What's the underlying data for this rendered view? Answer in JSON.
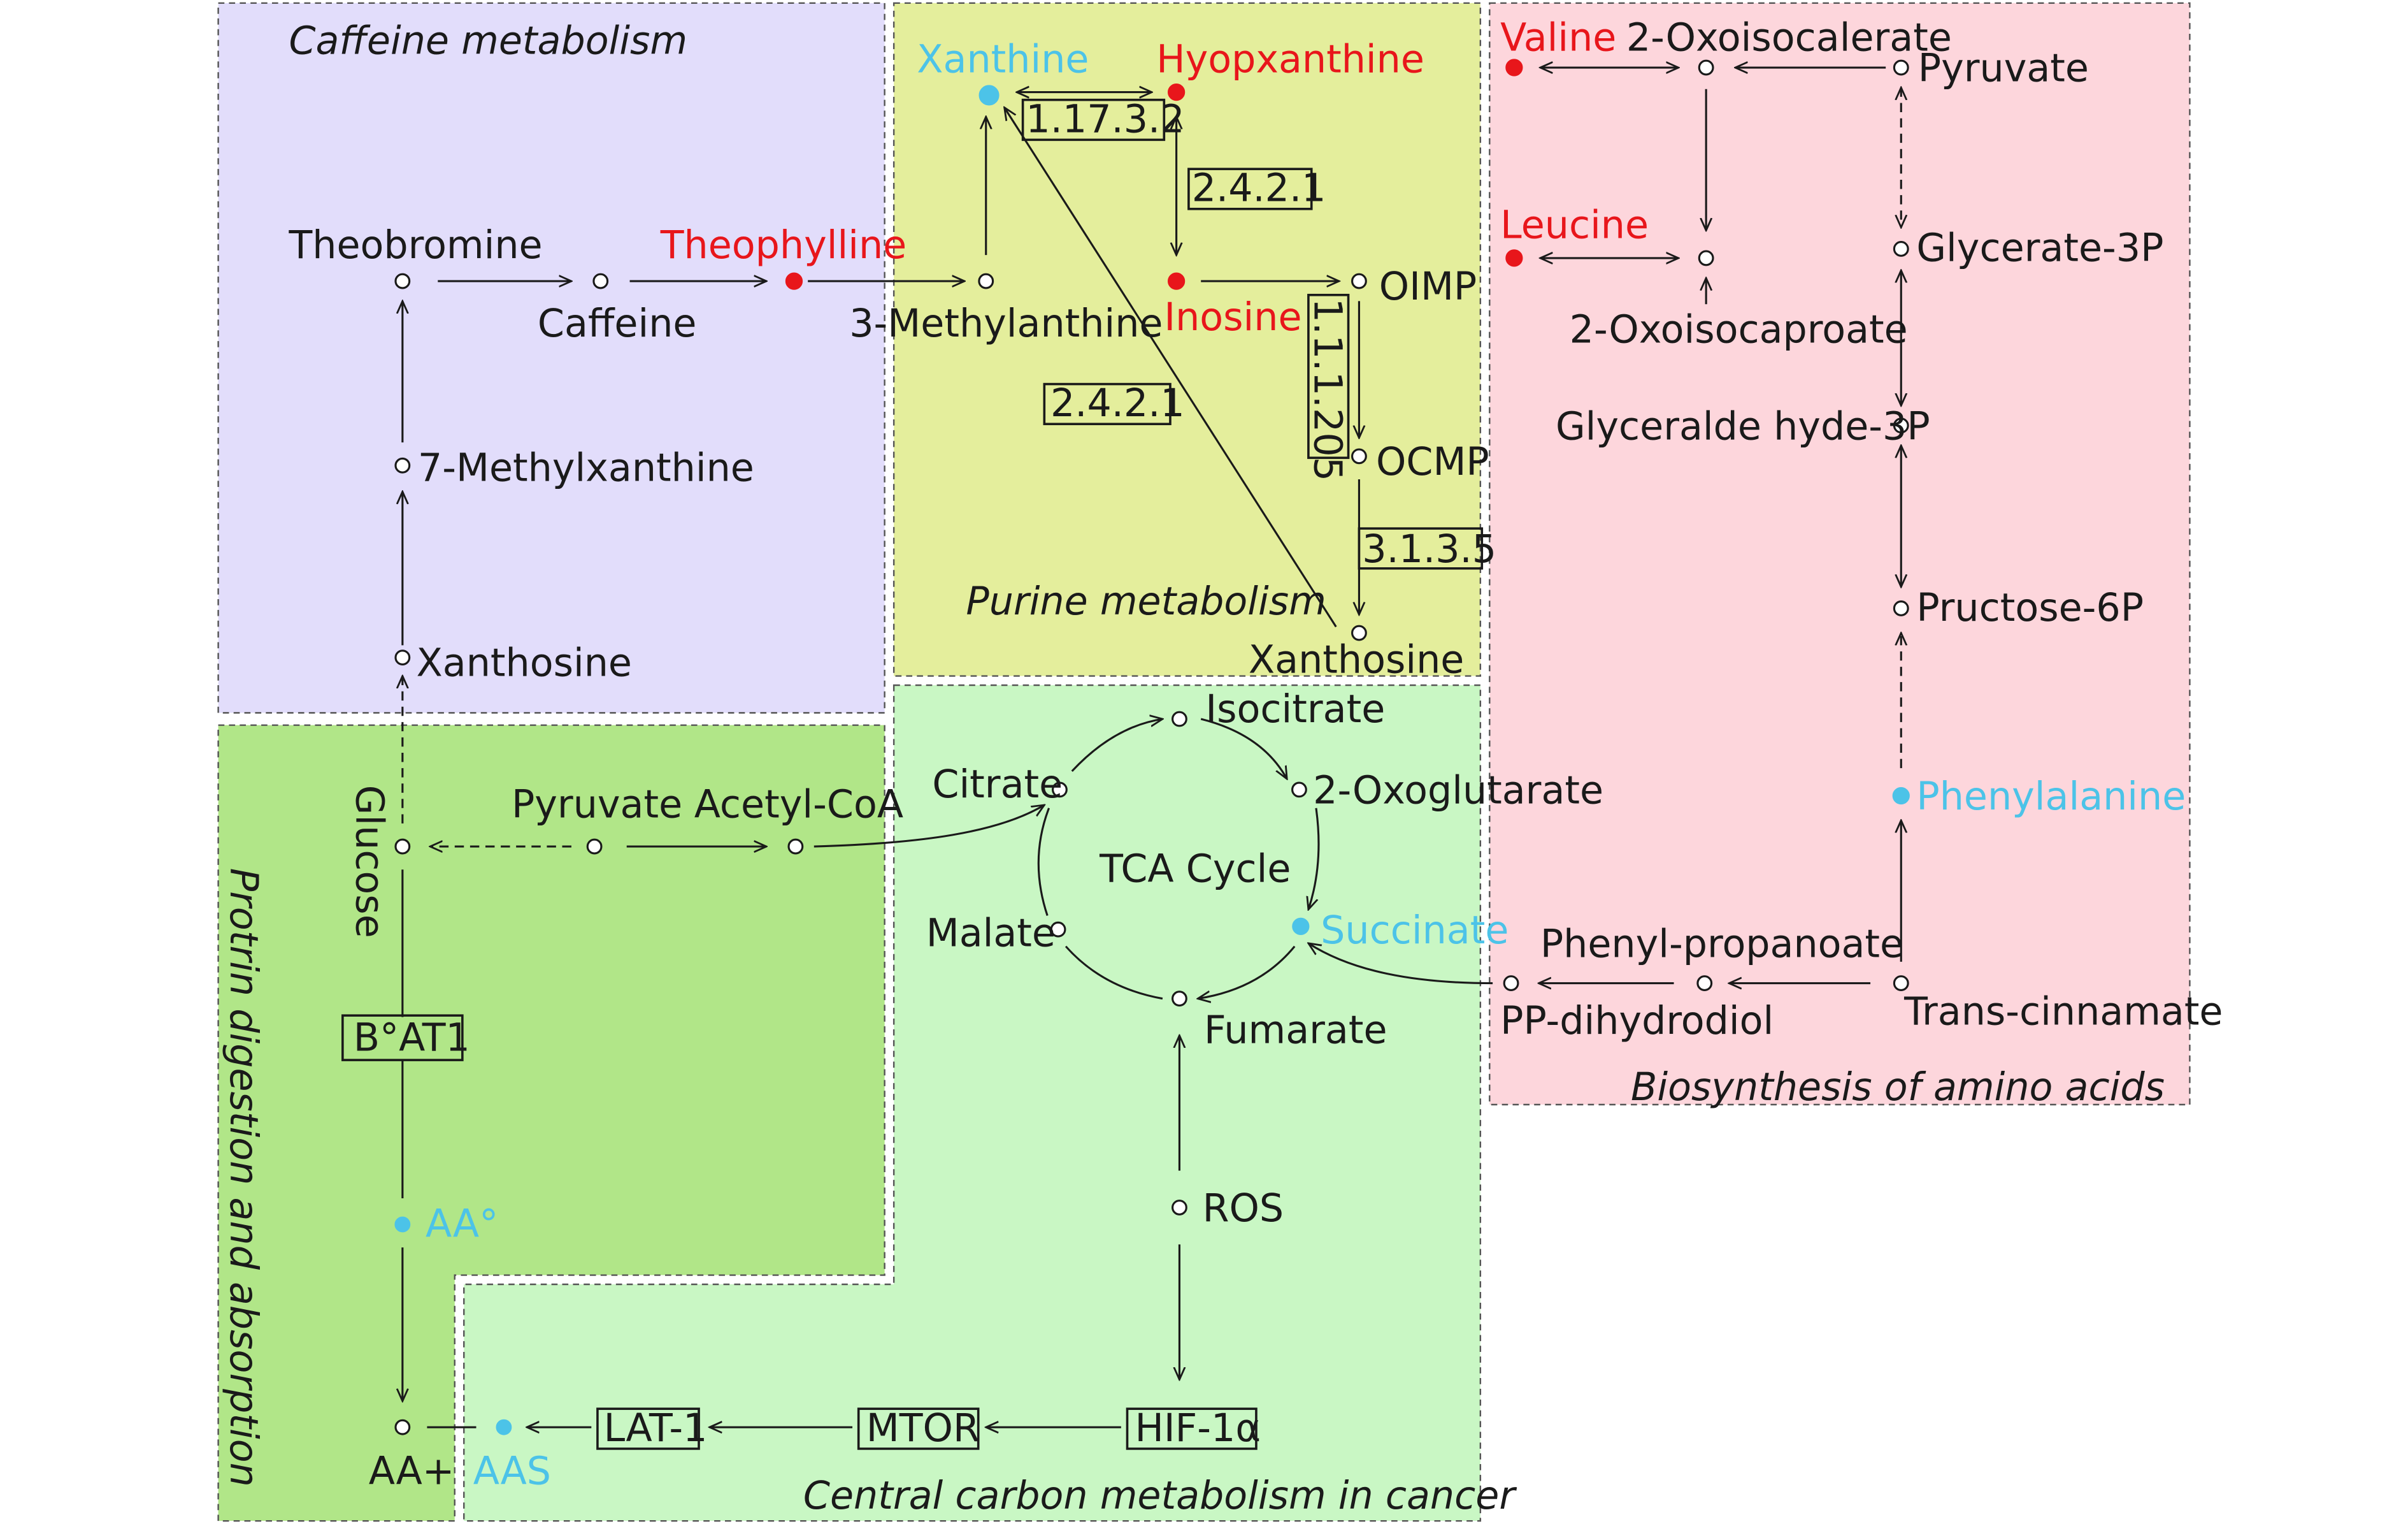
{
  "colors": {
    "caffeine_panel": "#e2ddfb",
    "purine_panel": "#e4ee9c",
    "protein_panel": "#b1e688",
    "central_panel": "#c9f7c4",
    "amino_panel": "#fdd6dc",
    "red_metabolite": "#e8161b",
    "blue_metabolite": "#4cc3e8",
    "ink": "#1a1a1a"
  },
  "panels": {
    "caffeine": "Caffeine metabolism",
    "purine": "Purine metabolism",
    "protein": "Protrin digestion and absorption",
    "central": "Central carbon metabolism in cancer",
    "amino": "Biosynthesis of amino acids"
  },
  "caffeine": {
    "theobromine": "Theobromine",
    "caffeine": "Caffeine",
    "theophylline": "Theophylline",
    "methylxanthine": "7-Methylxanthine",
    "xanthosine": "Xanthosine"
  },
  "purine": {
    "xanthine": "Xanthine",
    "hypoxanthine": "Hyopxanthine",
    "methylxanthine3": "3-Methylanthine",
    "inosine": "Inosine",
    "oimp": "OIMP",
    "ocmp": "OCMP",
    "xanthosine": "Xanthosine",
    "enzymes": [
      "1.17.3.2",
      "2.4.2.1",
      "2.4.2.1",
      "1.1.1.205",
      "3.1.3.5"
    ]
  },
  "protein": {
    "glucose": "Glucose",
    "pyruvate": "Pyruvate",
    "acetyl_coa": "Acetyl-CoA",
    "transporter": "B°AT1",
    "aa_zero": "AA°",
    "aa_plus": "AA+"
  },
  "central": {
    "tca": "TCA Cycle",
    "isocitrate": "Isocitrate",
    "oxoglutarate": "2-Oxoglutarate",
    "citrate": "Citrate",
    "malate": "Malate",
    "succinate": "Succinate",
    "fumarate": "Fumarate",
    "ros": "ROS",
    "hif": "HIF-1α",
    "mtor": "MTOR",
    "lat1": "LAT-1",
    "aas": "AAS"
  },
  "amino": {
    "valine": "Valine",
    "oxoisocalerate": "2-Oxoisocalerate",
    "pyruvate": "Pyruvate",
    "leucine": "Leucine",
    "glycerate3p": "Glycerate-3P",
    "oxoisocaproate": "2-Oxoisocaproate",
    "glyceraldehyde3p": "Glyceralde hyde-3P",
    "fructose6p": "Pructose-6P",
    "phenylalanine": "Phenylalanine",
    "phenylpropanoate": "Phenyl-propanoate",
    "ppdihydrodiol": "PP-dihydrodiol",
    "transcinnamate": "Trans-cinnamate"
  }
}
